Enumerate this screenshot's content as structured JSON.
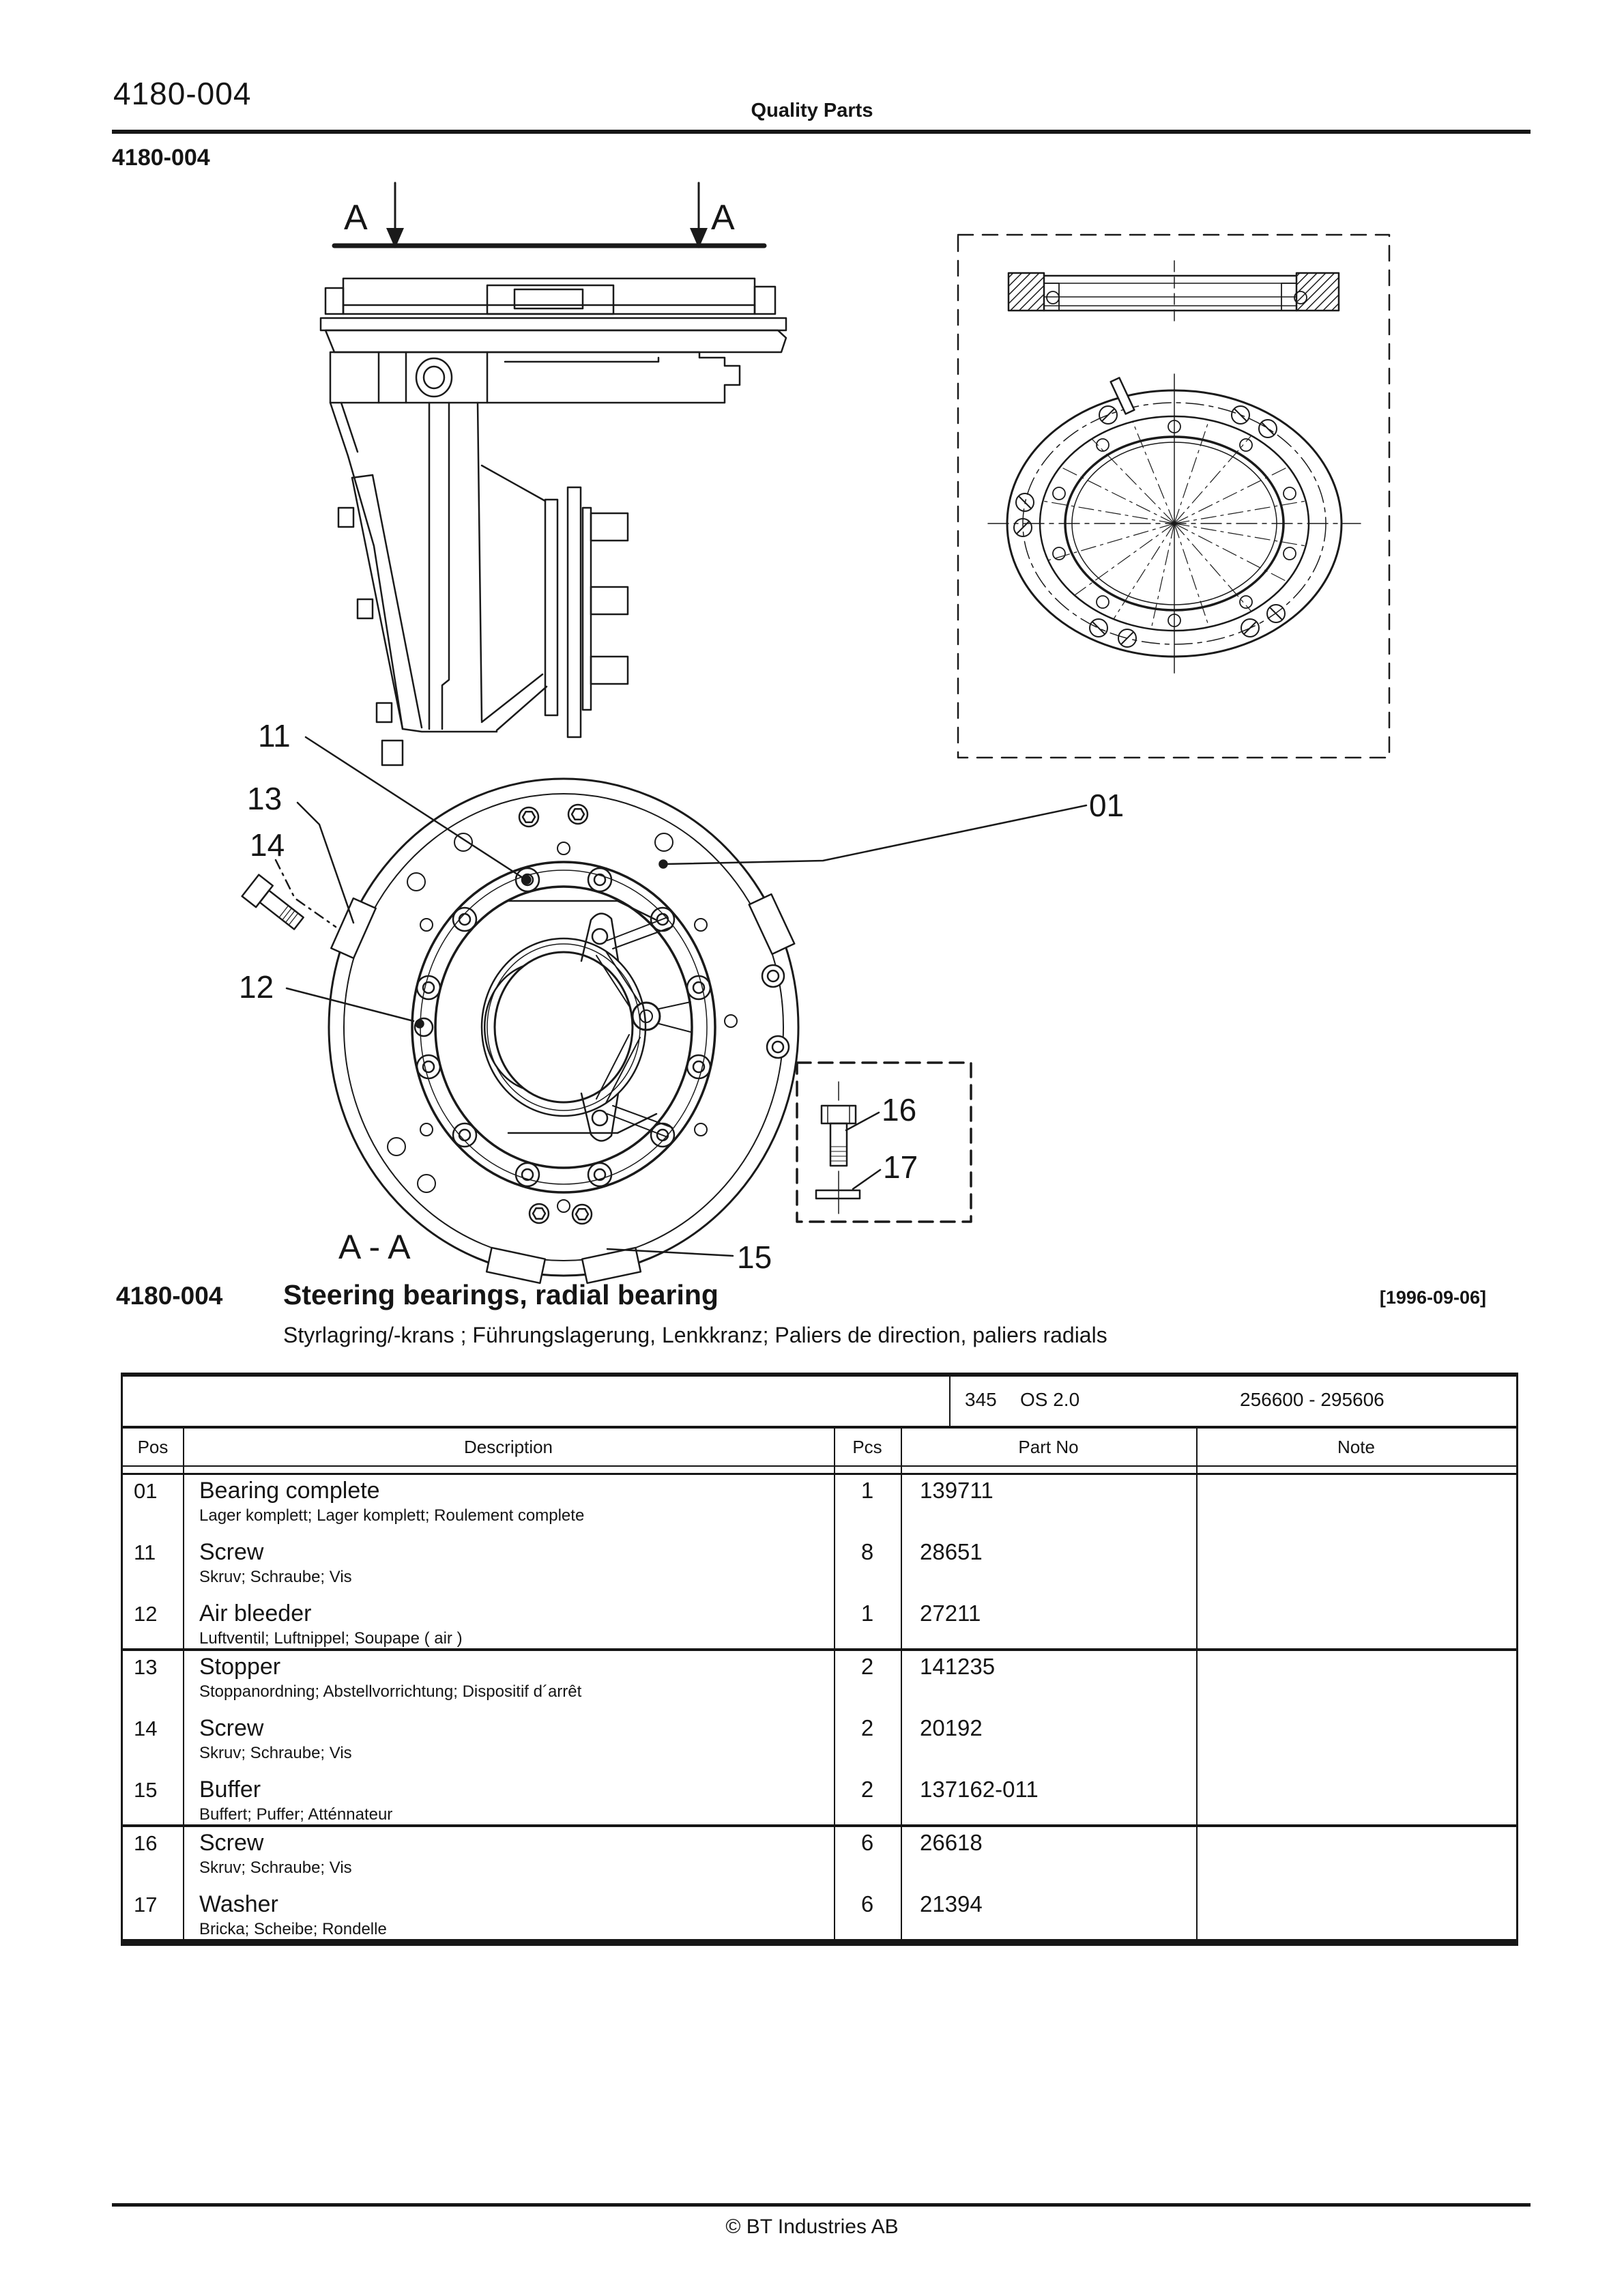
{
  "header": {
    "doc_number": "4180-004",
    "center_title": "Quality Parts",
    "sub_number": "4180-004"
  },
  "diagram": {
    "section_marker": "A",
    "section_view_label": "A - A",
    "callouts": {
      "c01": "01",
      "c11": "11",
      "c12": "12",
      "c13": "13",
      "c14": "14",
      "c15": "15",
      "c16": "16",
      "c17": "17"
    }
  },
  "section": {
    "number": "4180-004",
    "title": "Steering bearings, radial bearing",
    "date": "[1996-09-06]",
    "subtitle": "Styrlagring/-krans ; Führungslagerung, Lenkkranz; Paliers de direction, paliers radials"
  },
  "table": {
    "info": {
      "model": "345",
      "spec": "OS 2.0",
      "serial_range": "256600 - 295606"
    },
    "columns": [
      "Pos",
      "Description",
      "Pcs",
      "Part No",
      "Note"
    ],
    "rows": [
      {
        "pos": "01",
        "description": "Bearing complete",
        "description_i18n": "Lager komplett; Lager komplett; Roulement complete",
        "pcs": "1",
        "part_no": "139711",
        "note": "",
        "group_end": false
      },
      {
        "pos": "11",
        "description": "Screw",
        "description_i18n": "Skruv; Schraube; Vis",
        "pcs": "8",
        "part_no": "28651",
        "note": "",
        "group_end": false
      },
      {
        "pos": "12",
        "description": "Air bleeder",
        "description_i18n": "Luftventil; Luftnippel; Soupape ( air )",
        "pcs": "1",
        "part_no": "27211",
        "note": "",
        "group_end": true
      },
      {
        "pos": "13",
        "description": "Stopper",
        "description_i18n": "Stoppanordning; Abstellvorrichtung; Dispositif d´arrêt",
        "pcs": "2",
        "part_no": "141235",
        "note": "",
        "group_end": false
      },
      {
        "pos": "14",
        "description": "Screw",
        "description_i18n": "Skruv; Schraube; Vis",
        "pcs": "2",
        "part_no": "20192",
        "note": "",
        "group_end": false
      },
      {
        "pos": "15",
        "description": "Buffer",
        "description_i18n": "Buffert; Puffer; Atténnateur",
        "pcs": "2",
        "part_no": "137162-011",
        "note": "",
        "group_end": true
      },
      {
        "pos": "16",
        "description": "Screw",
        "description_i18n": "Skruv; Schraube; Vis",
        "pcs": "6",
        "part_no": "26618",
        "note": "",
        "group_end": false
      },
      {
        "pos": "17",
        "description": "Washer",
        "description_i18n": "Bricka; Scheibe; Rondelle",
        "pcs": "6",
        "part_no": "21394",
        "note": "",
        "group_end": true
      }
    ]
  },
  "footer": {
    "copyright": "© BT Industries AB"
  }
}
